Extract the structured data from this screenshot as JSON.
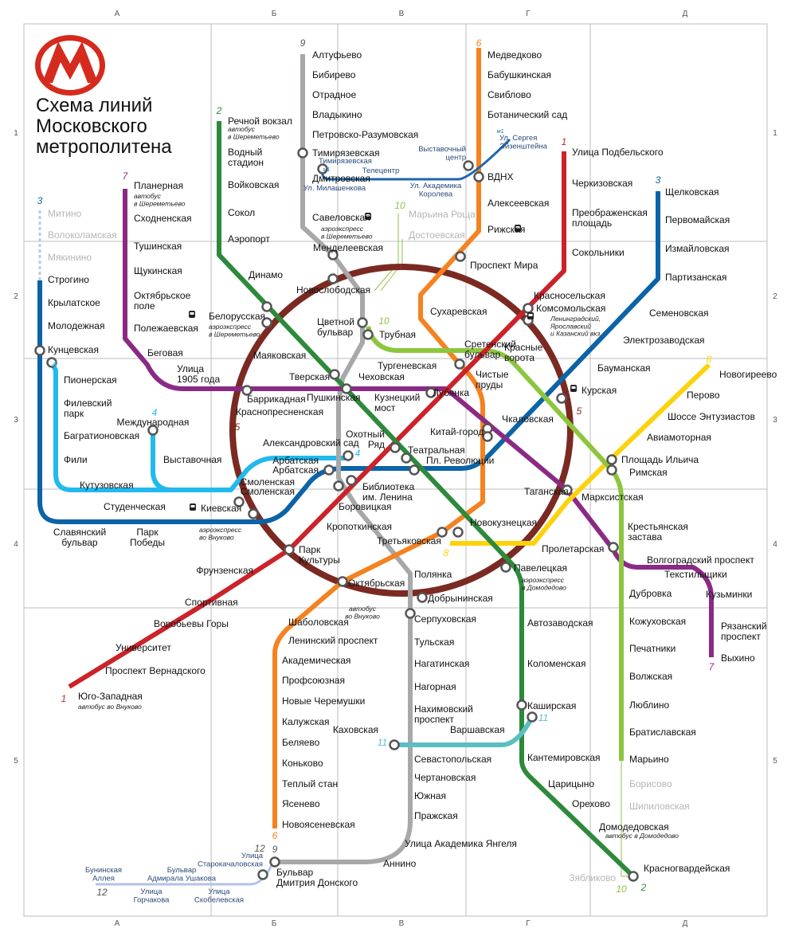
{
  "title": [
    "Схема линий",
    "Московского",
    "метрополитена"
  ],
  "logo": "М",
  "grid": {
    "columns": [
      "А",
      "Б",
      "В",
      "Г",
      "Д"
    ],
    "rows": [
      "1",
      "2",
      "3",
      "4",
      "5"
    ]
  },
  "lines": {
    "1": {
      "number": "1",
      "color": "#cc2229",
      "stations": [
        "Улица Подбельского",
        "Черкизовская",
        "Преображенская\nплощадь",
        "Сокольники",
        "Красносельская",
        "Комсомольская",
        "Красные\nворота",
        "Чистые\nпруды",
        "Лубянка",
        "Охотный\nРяд",
        "Библиотека\nим. Ленина",
        "Кропоткинская",
        "Парк\nКультуры",
        "Фрунзенская",
        "Спортивная",
        "Воробьевы Горы",
        "Университет",
        "Проспект Вернадского",
        "Юго-Западная"
      ]
    },
    "2": {
      "number": "2",
      "color": "#2d8a3b",
      "stations": [
        "Речной вокзал",
        "Водный\nстадион",
        "Войковская",
        "Сокол",
        "Аэропорт",
        "Динамо",
        "Белорусская",
        "Маяковская",
        "Тверская",
        "Театральная",
        "Новокузнецкая",
        "Павелецкая",
        "Автозаводская",
        "Коломенская",
        "Каширская",
        "Кантемировская",
        "Царицыно",
        "Орехово",
        "Домодедовская",
        "Красногвардейская"
      ]
    },
    "3": {
      "number": "3",
      "color": "#0c63a6",
      "stations": [
        "Щелковская",
        "Первомайская",
        "Измайловская",
        "Партизанская",
        "Семеновская",
        "Электрозаводская",
        "Бауманская",
        "Курская",
        "Пл. Революции",
        "Арбатская",
        "Смоленская",
        "Киевская",
        "Парк\nПобеды",
        "Славянский\nбульвар",
        "Кунцевская",
        "Молодежная",
        "Крылатское",
        "Строгино"
      ],
      "planned": [
        "Мякинино",
        "Волоколамская",
        "Митино"
      ]
    },
    "4": {
      "number": "4",
      "color": "#22b9ee",
      "stations": [
        "Пионерская",
        "Филевский\nпарк",
        "Багратионовская",
        "Фили",
        "Кутузовская",
        "Студенческая",
        "Международная",
        "Выставочная",
        "Смоленская",
        "Арбатская",
        "Александровский сад"
      ]
    },
    "5": {
      "number": "5",
      "color": "#7a2a22",
      "stations": [
        "Новослободская",
        "Краснопресненская",
        "Октябрьская",
        "Добрынинская",
        "Таганская",
        "Проспект Мира"
      ]
    },
    "6": {
      "number": "6",
      "color": "#f58220",
      "stations": [
        "Медведково",
        "Бабушкинская",
        "Свиблово",
        "Ботанический сад",
        "ВДНХ",
        "Алексеевская",
        "Рижская",
        "Сухаревская",
        "Тургеневская",
        "Китай-город",
        "Третьяковская",
        "Шаболовская",
        "Ленинский проспект",
        "Академическая",
        "Профсоюзная",
        "Новые Черемушки",
        "Калужская",
        "Беляево",
        "Коньково",
        "Теплый стан",
        "Ясенево",
        "Новоясеневская"
      ]
    },
    "7": {
      "number": "7",
      "color": "#8b2a85",
      "stations": [
        "Планерная",
        "Сходненская",
        "Тушинская",
        "Щукинская",
        "Октябрьское\nполе",
        "Полежаевская",
        "Беговая",
        "Улица\n1905 года",
        "Баррикадная",
        "Пушкинская",
        "Кузнецкий\nмост",
        "Пролетарская",
        "Волгоградский проспект",
        "Текстильщики",
        "Кузьминки",
        "Рязанский\nпроспект",
        "Выхино"
      ]
    },
    "8": {
      "number": "8",
      "color": "#fcd20b",
      "stations": [
        "Новогиреево",
        "Перово",
        "Шоссе Энтузиастов",
        "Авиамоторная",
        "Площадь Ильича",
        "Марксистская"
      ]
    },
    "9": {
      "number": "9",
      "color": "#a6a8aa",
      "stations": [
        "Алтуфьево",
        "Бибирево",
        "Отрадное",
        "Владыкино",
        "Петровско-Разумовская",
        "Тимирязевская",
        "Дмитровская",
        "Савеловская",
        "Менделеевская",
        "Цветной\nбульвар",
        "Чеховская",
        "Боровицкая",
        "Полянка",
        "Серпуховская",
        "Тульская",
        "Нагатинская",
        "Нагорная",
        "Нахимовский\nпроспект",
        "Севастопольская",
        "Чертановская",
        "Южная",
        "Пражская",
        "Улица Академика Янгеля",
        "Аннино",
        "Бульвар\nДмитрия Донского"
      ]
    },
    "10": {
      "number": "10",
      "color": "#8cc63f",
      "stations": [
        "Трубная",
        "Сретенский\nбульвар",
        "Чкаловская",
        "Римская",
        "Крестьянская\nзастава",
        "Дубровка",
        "Кожуховская",
        "Печатники",
        "Волжская",
        "Люблино",
        "Братиславская",
        "Марьино"
      ],
      "planned": [
        "Марьина Роща",
        "Достоевская",
        "Борисово",
        "Шипиловская",
        "Зябликово"
      ]
    },
    "11": {
      "number": "11",
      "color": "#5bbfc1",
      "stations": [
        "Каховская",
        "Варшавская"
      ]
    },
    "12": {
      "number": "12",
      "color": "#b3c1e6",
      "stations": [
        "Бунинская\nАллея",
        "Улица\nГорчакова",
        "Бульвар\nАдмирала Ушакова",
        "Улица\nСкобелевская",
        "Улица\nСтарокачаловская"
      ]
    },
    "m1": {
      "number": "м1",
      "color": "#1f67ae",
      "stations": [
        "Тимирязевская",
        "Ул. Милашенкова",
        "Телецентр",
        "Ул. Академика\nКоролева",
        "Выставочный\nцентр",
        "Ул. Сергея\nЭйзенштейна"
      ]
    }
  },
  "notes": [
    "автобус\nв Шереметьево",
    "автобус\nв Шереметьево",
    "аэроэкспресс\nв Шереметьево",
    "аэроэкспресс\nв Шереметьево",
    "Ленинградский,\nЯрославский\nи Казанский вкз.",
    "аэроэкспресс\nво Внуково",
    "автобус\nво Внуково",
    "аэроэкспресс\nв Домодедово",
    "автобус в Домодедово",
    "автобус во Внуково"
  ]
}
